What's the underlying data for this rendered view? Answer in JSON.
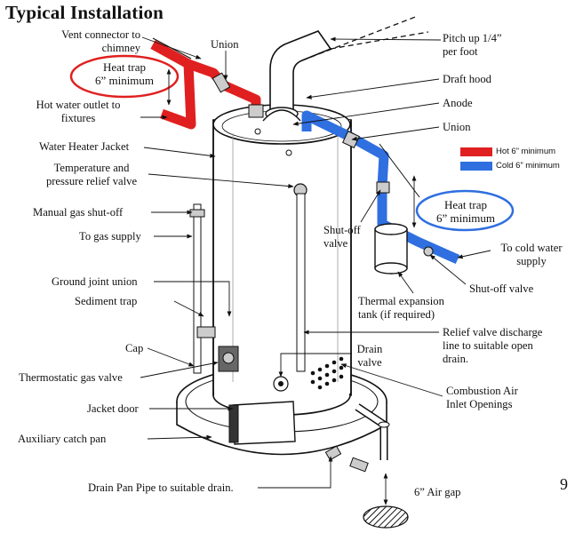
{
  "title": "Typical Installation",
  "page_number": "9",
  "legend": {
    "hot": {
      "label": "Hot 6” minimum",
      "color": "#e02020"
    },
    "cold": {
      "label": "Cold 6” minimum",
      "color": "#2f6fe0"
    }
  },
  "labels": {
    "vent_connector": [
      "Vent connector to",
      "chimney"
    ],
    "union_top": "Union",
    "heat_trap_hot": [
      "Heat trap",
      "6” minimum"
    ],
    "hot_outlet": [
      "Hot water outlet to",
      "fixtures"
    ],
    "water_heater_jacket": "Water Heater Jacket",
    "tp_valve": [
      "Temperature and",
      "pressure relief valve"
    ],
    "manual_gas_shutoff": "Manual gas shut-off",
    "gas_supply": "To gas supply",
    "ground_joint_union": "Ground joint union",
    "sediment_trap": "Sediment trap",
    "cap": "Cap",
    "thermostatic_gas_valve": "Thermostatic gas valve",
    "jacket_door": "Jacket door",
    "aux_catch_pan": "Auxiliary catch pan",
    "drain_pan_pipe": "Drain Pan Pipe to suitable drain.",
    "pitch_up": [
      "Pitch up 1/4”",
      "per foot"
    ],
    "draft_hood": "Draft hood",
    "anode": "Anode",
    "union_right": "Union",
    "heat_trap_cold": [
      "Heat trap",
      "6” minimum"
    ],
    "shutoff_valve_left": [
      "Shut-off",
      "valve"
    ],
    "cold_supply": [
      "To cold water",
      "supply"
    ],
    "shutoff_valve_right": "Shut-off valve",
    "thermal_expansion": [
      "Thermal expansion",
      "tank (if required)"
    ],
    "relief_discharge": [
      "Relief valve discharge",
      "line to suitable open",
      "drain."
    ],
    "drain_valve": [
      "Drain",
      "valve"
    ],
    "combustion_air": [
      "Combustion Air",
      "Inlet Openings"
    ],
    "air_gap": "6” Air gap"
  }
}
